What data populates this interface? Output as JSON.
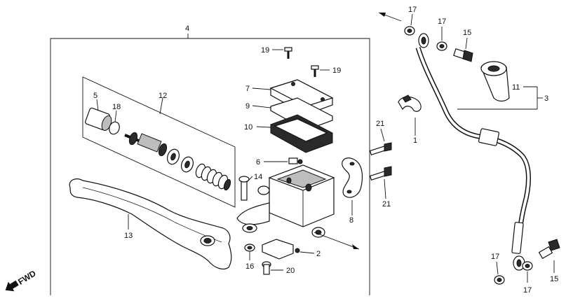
{
  "callouts": {
    "c1": "1",
    "c2": "2",
    "c3": "3",
    "c4": "4",
    "c5": "5",
    "c6": "6",
    "c7": "7",
    "c8": "8",
    "c9": "9",
    "c10": "10",
    "c11": "11",
    "c12": "12",
    "c13": "13",
    "c14": "14",
    "c15a": "15",
    "c15b": "15",
    "c16": "16",
    "c17a": "17",
    "c17b": "17",
    "c17c": "17",
    "c17d": "17",
    "c18": "18",
    "c19a": "19",
    "c19b": "19",
    "c20": "20",
    "c21a": "21",
    "c21b": "21"
  },
  "direction_marker": {
    "label": "FWD"
  }
}
